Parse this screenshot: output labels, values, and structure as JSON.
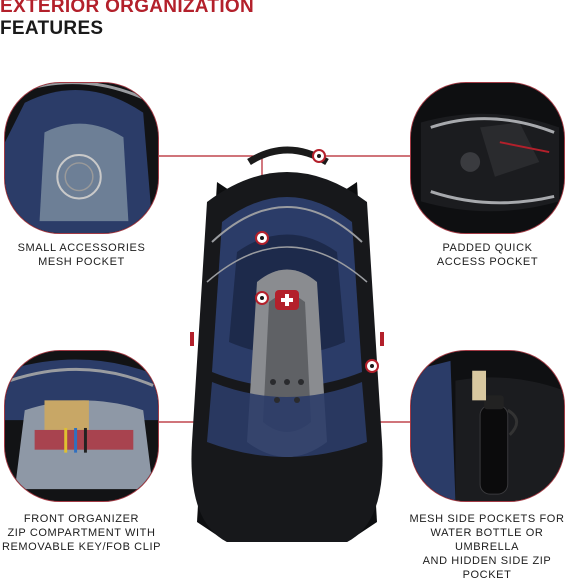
{
  "header": {
    "title_line1": "EXTERIOR ORGANIZATION",
    "title_line2": "FEATURES"
  },
  "colors": {
    "accent": "#b3202b",
    "backpack_blue": "#2b3c68",
    "backpack_gray": "#8a8c90",
    "backpack_black": "#141517"
  },
  "features": [
    {
      "id": "accessories",
      "lines": [
        "SMALL ACCESSORIES",
        "MESH POCKET"
      ]
    },
    {
      "id": "padded",
      "lines": [
        "PADDED QUICK",
        "ACCESS POCKET"
      ]
    },
    {
      "id": "organizer",
      "lines": [
        "FRONT ORGANIZER",
        "ZIP COMPARTMENT WITH",
        "REMOVABLE KEY/FOB CLIP"
      ]
    },
    {
      "id": "side",
      "lines": [
        "MESH SIDE POCKETS FOR",
        "WATER BOTTLE OR UMBRELLA",
        "AND HIDDEN SIDE ZIP POCKET"
      ]
    }
  ]
}
